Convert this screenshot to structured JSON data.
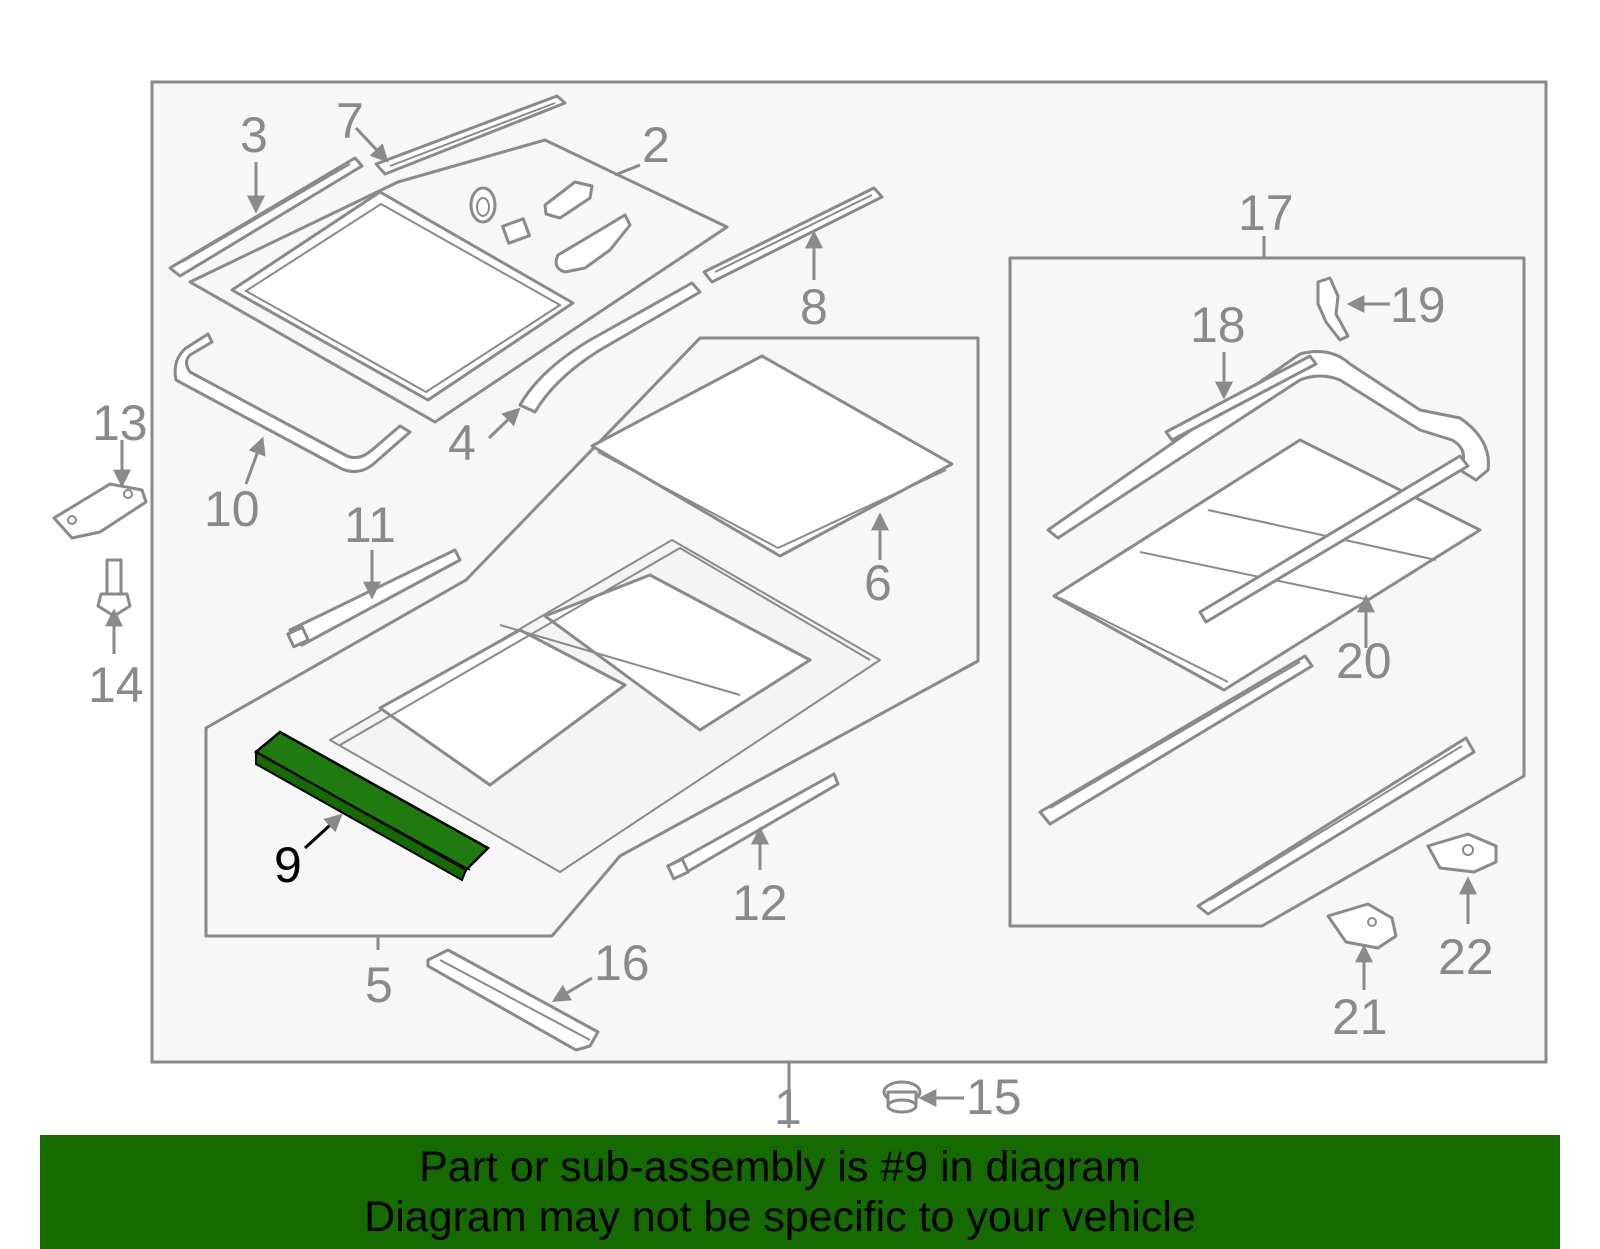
{
  "diagram": {
    "colors": {
      "line": "#8a8a8a",
      "panel_fill": "#f7f7f7",
      "highlight_fill": "#1f7a0f",
      "highlight_label": "#000000",
      "banner_bg": "#156b00"
    },
    "highlighted_part": "9",
    "callouts": {
      "c1": "1",
      "c2": "2",
      "c3": "3",
      "c4": "4",
      "c5": "5",
      "c6": "6",
      "c7": "7",
      "c8": "8",
      "c9": "9",
      "c10": "10",
      "c11": "11",
      "c12": "12",
      "c13": "13",
      "c14": "14",
      "c15": "15",
      "c16": "16",
      "c17": "17",
      "c18": "18",
      "c19": "19",
      "c20": "20",
      "c21": "21",
      "c22": "22"
    }
  },
  "banner": {
    "line1": "Part or sub-assembly is #9 in diagram",
    "line2": "Diagram may not be specific to your vehicle"
  }
}
